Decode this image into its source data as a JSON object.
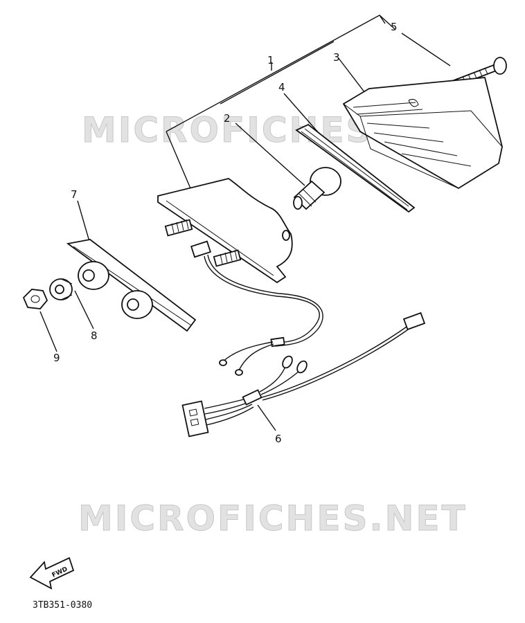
{
  "watermark": {
    "top": "MICROFICHES.NET",
    "bottom": "MICROFICHES.NET"
  },
  "callouts": {
    "c1": "1",
    "c2": "2",
    "c3": "3",
    "c4": "4",
    "c5": "5",
    "c6": "6",
    "c7": "7",
    "c8": "8",
    "c9": "9"
  },
  "fwd_label": "FWD",
  "diagram_code": "3TB351-0380",
  "colors": {
    "ink": "#111111",
    "watermark": "#e2e2e2",
    "background": "#ffffff"
  }
}
